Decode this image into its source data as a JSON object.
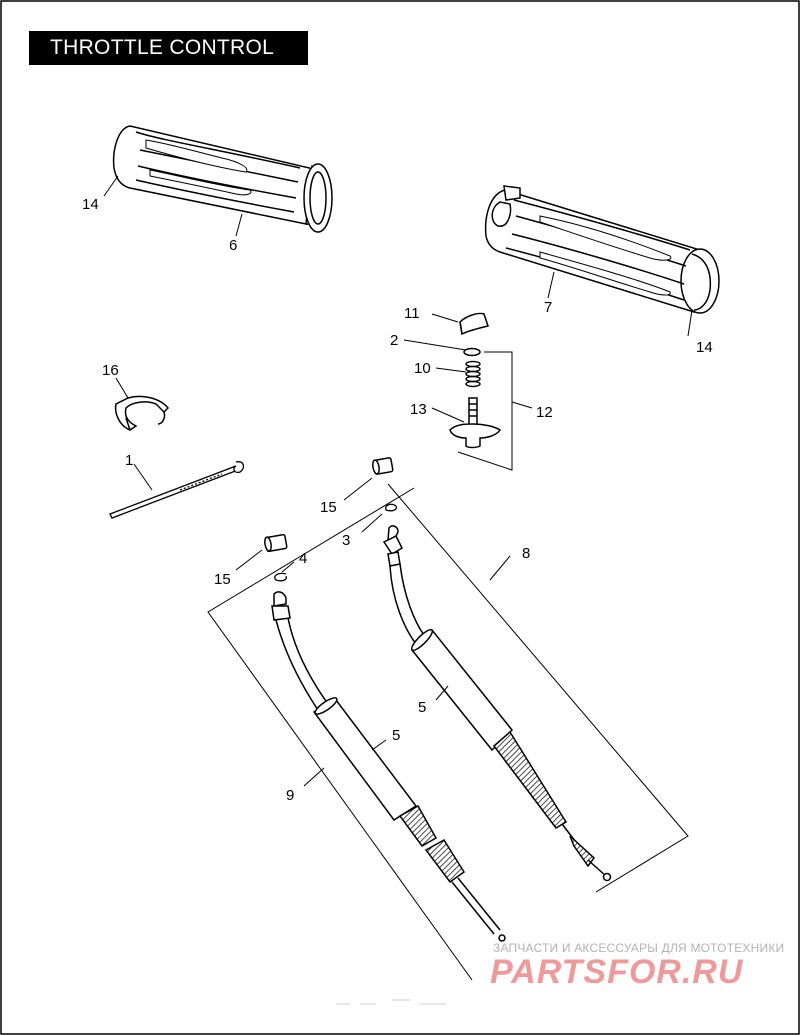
{
  "page": {
    "title": "THROTTLE CONTROL"
  },
  "callouts": {
    "c14a": "14",
    "c6": "6",
    "c14b": "14",
    "c7": "7",
    "c11": "11",
    "c2": "2",
    "c10": "10",
    "c13": "13",
    "c12": "12",
    "c16": "16",
    "c1": "1",
    "c15a": "15",
    "c3": "3",
    "c8": "8",
    "c15b": "15",
    "c4": "4",
    "c5a": "5",
    "c5b": "5",
    "c9": "9"
  },
  "watermark": {
    "line1": "ЗАПЧАСТИ И АКСЕССУАРЫ ДЛЯ МОТОТЕХНИКИ",
    "line2": "PARTSFOR.RU"
  }
}
